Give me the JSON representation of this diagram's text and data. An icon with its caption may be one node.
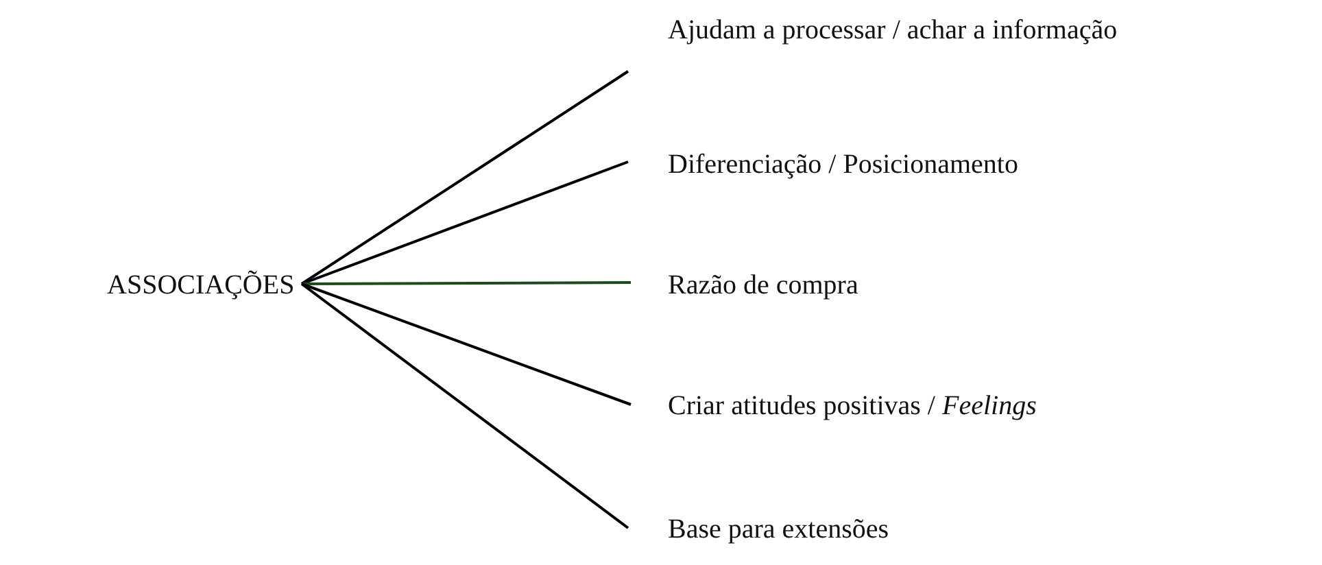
{
  "diagram": {
    "nodes": [
      {
        "text": [
          "ASSOCIAÇÕES"
        ]
      },
      {
        "text": [
          "Ajudam a processar / achar a informação"
        ]
      },
      {
        "text": [
          "Diferenciação / Posicionamento"
        ]
      },
      {
        "text": [
          "Razão de compra"
        ]
      },
      {
        "text": [
          "Criar atitudes positivas / *Feelings*"
        ]
      },
      {
        "text": [
          "Base para extensões"
        ]
      }
    ],
    "edges": [
      {
        "from": 0,
        "to": 1,
        "arrow": "none"
      },
      {
        "from": 0,
        "to": 2,
        "arrow": "none"
      },
      {
        "from": 0,
        "to": 3,
        "arrow": "none",
        "color": "#1e4a1e"
      },
      {
        "from": 0,
        "to": 4,
        "arrow": "none"
      },
      {
        "from": 0,
        "to": 5,
        "arrow": "none"
      }
    ]
  }
}
